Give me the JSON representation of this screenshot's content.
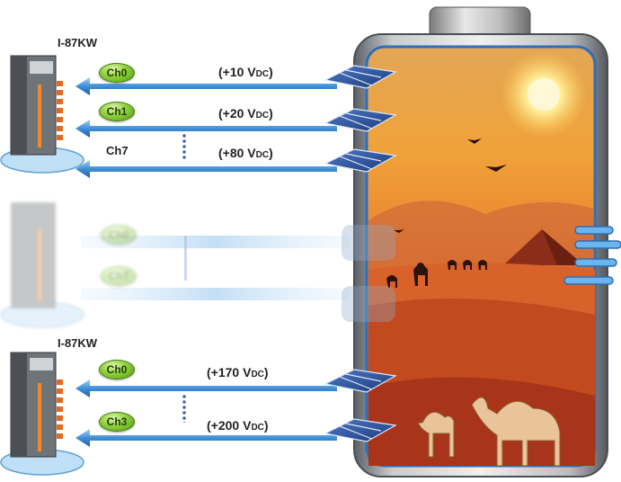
{
  "modules": [
    {
      "title": "I-87KW",
      "channels": [
        {
          "label": "Ch0",
          "voltage": "(+10 V",
          "unit": "DC",
          "close": ")"
        },
        {
          "label": "Ch1",
          "voltage": "(+20 V",
          "unit": "DC",
          "close": ")"
        },
        {
          "label": "Ch7",
          "voltage": "(+80 V",
          "unit": "DC",
          "close": ")"
        }
      ]
    },
    {
      "title": "I-87KW",
      "channels": [
        {
          "label": "Ch0",
          "voltage": "(+170 V",
          "unit": "DC",
          "close": ")"
        },
        {
          "label": "Ch3",
          "voltage": "(+200 V",
          "unit": "DC",
          "close": ")"
        }
      ]
    }
  ],
  "faded_channels": [
    "Ch0",
    "Ch7"
  ],
  "colors": {
    "arrow": "#3f8fd8",
    "bubble": "#8fcf3a",
    "battery_sky_top": "#f0a23a",
    "battery_sky_bottom": "#c0401a",
    "panel": "#2a4f9a"
  }
}
